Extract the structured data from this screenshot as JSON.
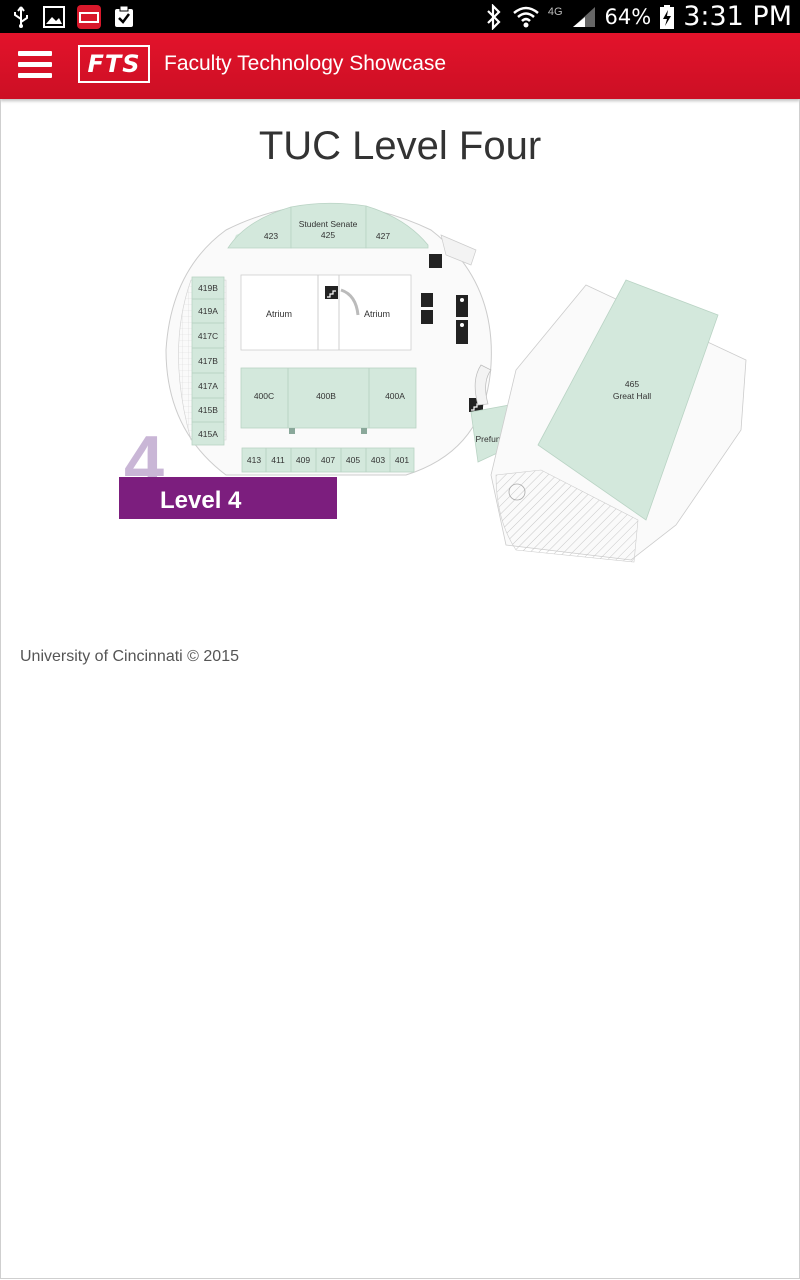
{
  "status_bar": {
    "battery": "64%",
    "time": "3:31 PM",
    "network": "4G",
    "left_icons": [
      "usb-icon",
      "image-icon",
      "fts-app-icon",
      "clipboard-check-icon"
    ],
    "right_icons": [
      "bluetooth-icon",
      "wifi-icon",
      "signal-icon",
      "battery-charging-icon"
    ]
  },
  "app_bar": {
    "logo_text": "FTS",
    "title": "Faculty Technology Showcase",
    "accent_color": "#e3132b"
  },
  "page": {
    "title": "TUC Level Four"
  },
  "floor_map": {
    "level_number": "4",
    "level_label": "Level 4",
    "level_color": "#7c1e7e",
    "room_color": "#d3e8dc",
    "rooms": {
      "r423": "423",
      "senate": "Student Senate",
      "r425": "425",
      "r427": "427",
      "r419b": "419B",
      "r419a": "419A",
      "r417c": "417C",
      "r417b": "417B",
      "r417a": "417A",
      "r415b": "415B",
      "r415a": "415A",
      "atrium_left": "Atrium",
      "atrium_right": "Atrium",
      "r400c": "400C",
      "r400b": "400B",
      "r400a": "400A",
      "r413": "413",
      "r411": "411",
      "r409": "409",
      "r407": "407",
      "r405": "405",
      "r403": "403",
      "r401": "401",
      "prefunction": "Prefunction",
      "r465": "465",
      "great_hall": "Great Hall"
    }
  },
  "footer": {
    "copyright": "University of Cincinnati © 2015"
  }
}
